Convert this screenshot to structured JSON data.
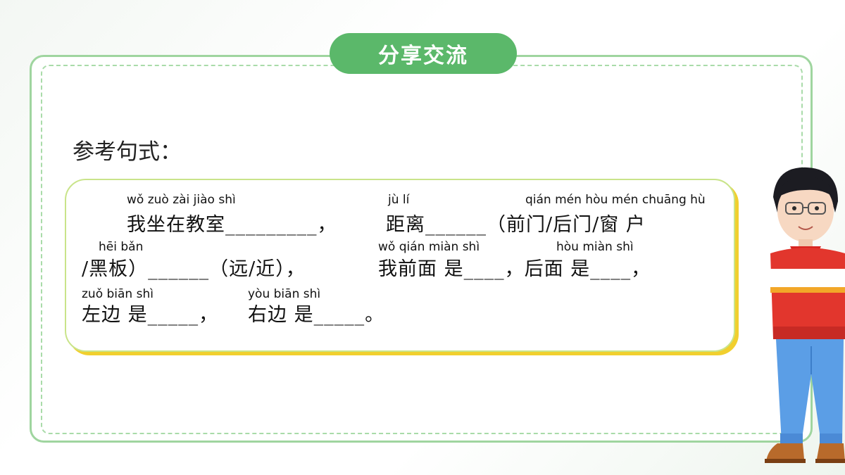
{
  "title": "分享交流",
  "reference_label": "参考句式：",
  "pinyin": {
    "wo_zuo_zai_jiao_shi": "wǒ zuò zài jiào shì",
    "ju_li": "jù  lí",
    "qian_men_hou_men_chuang_hu": "qián mén  hòu mén chuāng hù",
    "hei_ban": "hēi bǎn",
    "wo_qian_mian_shi": "wǒ qián miàn shì",
    "hou_mian_shi": "hòu miàn shì",
    "zuo_bian_shi": "zuǒ biān shì",
    "you_bian_shi": "yòu biān shì"
  },
  "lines": {
    "line1_a": "我坐在教室_________，",
    "line1_b": "距离______（前门/后门/窗  户",
    "line2_a": "/黑板）______（远/近），",
    "line2_b": "我前面 是____，后面 是____，",
    "line3_a": "左边 是_____，",
    "line3_b": "右边 是_____。"
  }
}
